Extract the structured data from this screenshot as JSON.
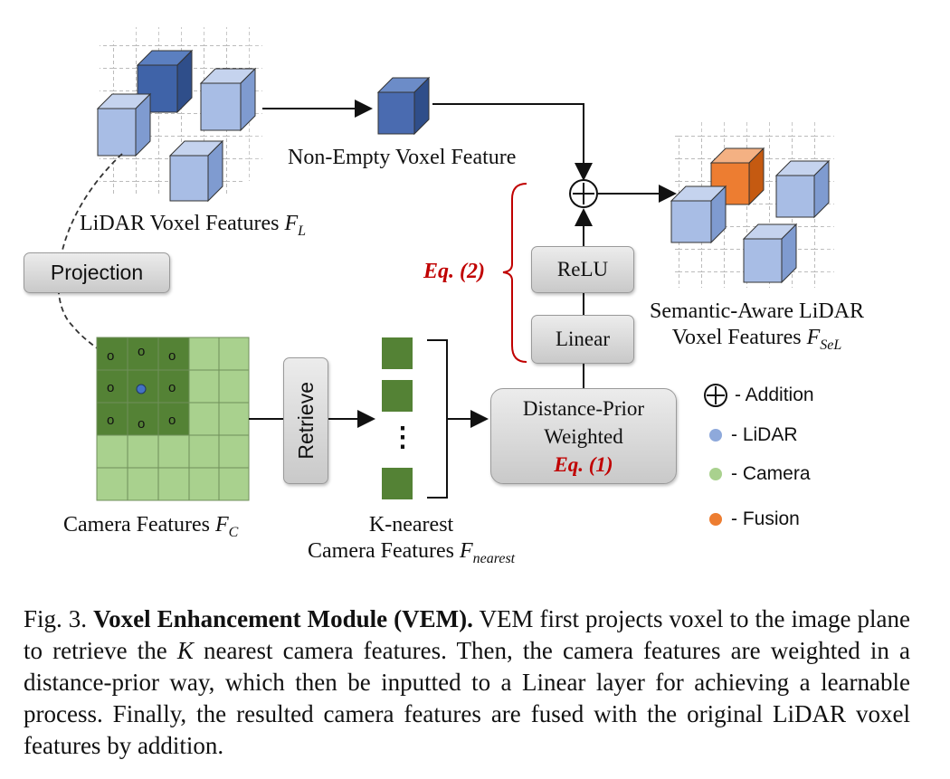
{
  "labels": {
    "nonempty": "Non-Empty Voxel Feature",
    "lidar_voxel": "LiDAR Voxel Features ",
    "lidar_voxel_sym": "F",
    "lidar_voxel_sub": "L",
    "semantic_line1": "Semantic-Aware LiDAR",
    "semantic_line2": "Voxel Features ",
    "semantic_sym": "F",
    "semantic_sub": "SeL",
    "camera": "Camera Features ",
    "camera_sym": "F",
    "camera_sub": "C",
    "knearest_line1": "K-nearest",
    "knearest_line2": "Camera Features ",
    "knearest_sym": "F",
    "knearest_sub": "nearest",
    "dots": "⋮"
  },
  "boxes": {
    "projection": "Projection",
    "retrieve": "Retrieve",
    "relu": "ReLU",
    "linear": "Linear",
    "distance_line1": "Distance-Prior",
    "distance_line2": "Weighted",
    "distance_eq": "Eq. (1)",
    "eq2": "Eq. (2)"
  },
  "legend": [
    {
      "label": "- Addition",
      "color": "#111111",
      "icon": "plus-circle-icon"
    },
    {
      "label": "- LiDAR",
      "color": "#8ea9db",
      "icon": "lidar-dot-icon"
    },
    {
      "label": "- Camera",
      "color": "#a9d18e",
      "icon": "camera-dot-icon"
    },
    {
      "label": "- Fusion",
      "color": "#ed7d31",
      "icon": "fusion-dot-icon"
    }
  ],
  "grid_marker": "o",
  "caption": {
    "prefix": "Fig. 3. ",
    "title": "Voxel Enhancement Module (VEM).",
    "part1": " VEM first projects voxel to the image plane to retrieve the ",
    "k": "K",
    "part2": " nearest camera features. Then, the camera features are weighted in a distance-prior way, which then be inputted to a Linear layer for achieving a learnable process. Finally, the resulted camera features are fused with the original LiDAR voxel features by addition."
  },
  "colors": {
    "lidar_dark": "#2f5597",
    "lidar_light": "#8ea9db",
    "camera_dark": "#548235",
    "camera_light": "#a9d18e",
    "fusion": "#ed7d31",
    "equation": "#c00000"
  }
}
